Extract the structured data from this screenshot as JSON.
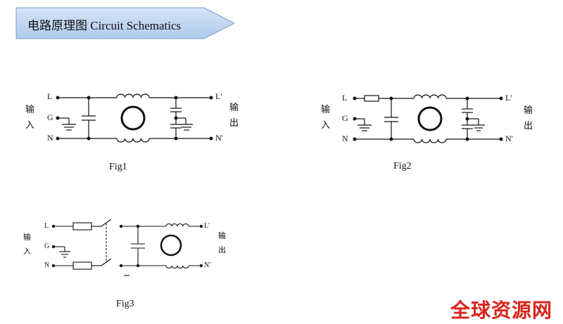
{
  "header": {
    "title": "电路原理图 Circuit Schematics"
  },
  "figures": [
    {
      "caption": "Fig1",
      "labels": {
        "L": "L",
        "G": "G",
        "N": "N",
        "L_out": "L'",
        "N_out": "N'",
        "in_1": "输",
        "in_2": "入",
        "out_1": "输",
        "out_2": "出"
      }
    },
    {
      "caption": "Fig2",
      "labels": {
        "L": "L",
        "G": "G",
        "N": "N",
        "L_out": "L'",
        "N_out": "N'",
        "in_1": "输",
        "in_2": "入",
        "out_1": "输",
        "out_2": "出"
      }
    },
    {
      "caption": "Fig3",
      "labels": {
        "L": "L",
        "G": "G",
        "N": "N",
        "L_out": "L'",
        "N_out": "N'",
        "in_1": "输",
        "in_2": "入",
        "out_1": "输",
        "out_2": "出"
      }
    }
  ],
  "watermark": "全球资源网",
  "colors": {
    "banner_fill": "#bcd3ef",
    "banner_stroke": "#7f9ec7",
    "watermark": "#d9231b"
  }
}
